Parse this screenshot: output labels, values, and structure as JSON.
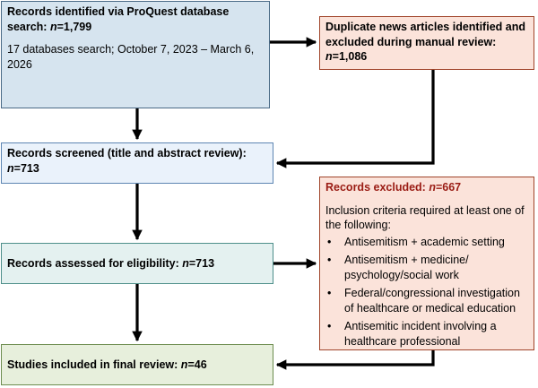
{
  "identified": {
    "title": "Records identified via ProQuest database search: ",
    "n_label": "n",
    "n_value": "=1,799",
    "detail": "17 databases search; October 7, 2023 – March 6, 2026"
  },
  "duplicate": {
    "title": "Duplicate news articles identified and excluded during manual review: ",
    "n_label": "n",
    "n_value": "=1,086"
  },
  "screened": {
    "title": "Records screened (title and abstract review): ",
    "n_label": "n",
    "n_value": "=713"
  },
  "excluded": {
    "title": "Records excluded: ",
    "n_label": "n",
    "n_value": "=667",
    "intro": "Inclusion criteria required at least one of the following:",
    "criteria": [
      "Antisemitism + academic setting",
      "Antisemitism + medicine/ psychology/social work",
      "Federal/congressional investigation of healthcare or medical education",
      "Antisemitic incident involving a healthcare professional"
    ]
  },
  "eligibility": {
    "title": "Records assessed for eligibility: ",
    "n_label": "n",
    "n_value": "=713"
  },
  "included": {
    "title": "Studies included in final review: ",
    "n_label": "n",
    "n_value": "=46"
  }
}
